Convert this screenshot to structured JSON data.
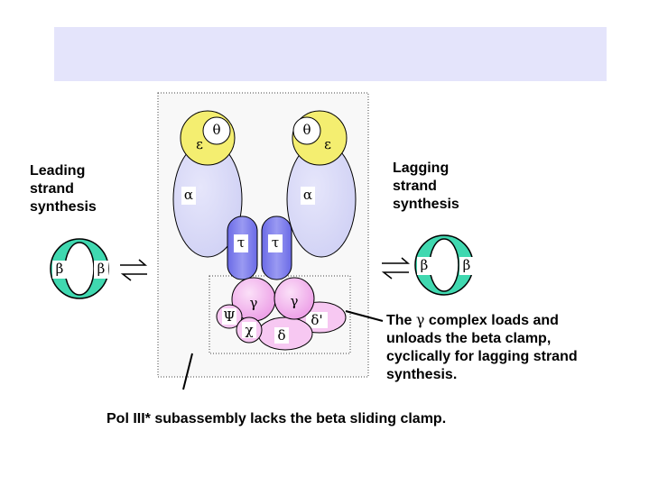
{
  "leading": {
    "lines": [
      "Leading",
      "strand",
      "synthesis"
    ]
  },
  "lagging": {
    "lines": [
      "Lagging",
      "strand",
      "synthesis"
    ]
  },
  "gamma_note": {
    "line1_prefix": "The ",
    "line1_symbol": "γ",
    "line1_suffix": " complex loads and",
    "line2": "unloads the beta clamp,",
    "line3": "cyclically for lagging strand",
    "line4": "synthesis."
  },
  "caption": "Pol III* subassembly lacks the beta sliding clamp.",
  "symbols": {
    "theta": "θ",
    "epsilon": "ε",
    "alpha": "α",
    "tau": "τ",
    "gamma": "γ",
    "psi": "Ψ",
    "chi": "χ",
    "delta": "δ",
    "delta_prime": "δ'",
    "beta": "β"
  },
  "colors": {
    "title_bar": "#e4e4fb",
    "alpha_subunit": "#dcdcf8",
    "epsilon_subunit": "#f4ee70",
    "tau_subunit": "#8080ec",
    "gamma_complex": "#f2b4ee",
    "beta_clamp": "#40d8b0"
  }
}
